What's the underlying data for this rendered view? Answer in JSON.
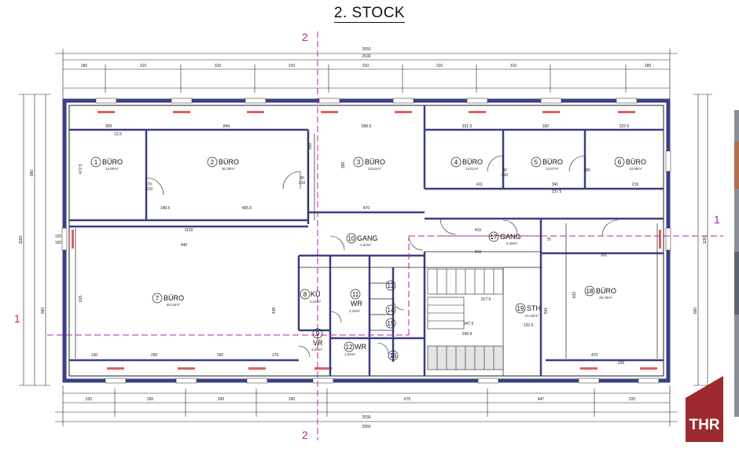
{
  "title": "2. STOCK",
  "logo_text": "THR",
  "colors": {
    "wall": "#3a3f86",
    "axis": "#c020a0",
    "window": "#e06060",
    "line": "#222222"
  },
  "axes": {
    "vertical": "2",
    "horizontal": "1"
  },
  "overall": {
    "width": "2550",
    "inner": "2530",
    "height": "1180"
  },
  "top_segments": [
    "180",
    "310",
    "310",
    "310",
    "310",
    "310",
    "310",
    "180"
  ],
  "bottom_segments": [
    "220",
    "290",
    "290",
    "290",
    "675",
    "447",
    "220"
  ],
  "rooms": [
    {
      "no": "1",
      "name": "BÜRO",
      "area": "14,60m²"
    },
    {
      "no": "2",
      "name": "BÜRO",
      "area": "30,38m²"
    },
    {
      "no": "3",
      "name": "BÜRO",
      "area": "23,61m²"
    },
    {
      "no": "4",
      "name": "BÜRO",
      "area": "14,51m²"
    },
    {
      "no": "5",
      "name": "BÜRO",
      "area": "13,67m²"
    },
    {
      "no": "6",
      "name": "BÜRO",
      "area": "13,99m²"
    },
    {
      "no": "7",
      "name": "BÜRO",
      "area": "60,24m²"
    },
    {
      "no": "8",
      "name": "KÜ",
      "area": "4,53m²"
    },
    {
      "no": "9",
      "name": "VR",
      "area": "3,28m²"
    },
    {
      "no": "10",
      "name": "GANG",
      "area": "4,92m²"
    },
    {
      "no": "11",
      "name": "WR",
      "area": "4,34m²"
    },
    {
      "no": "12",
      "name": "WR",
      "area": "1,84m²"
    },
    {
      "no": "13",
      "name": "",
      "area": ""
    },
    {
      "no": "14",
      "name": "",
      "area": ""
    },
    {
      "no": "15",
      "name": "",
      "area": ""
    },
    {
      "no": "16",
      "name": "",
      "area": ""
    },
    {
      "no": "17",
      "name": "GANG",
      "area": "9,48m²"
    },
    {
      "no": "18",
      "name": "BÜRO",
      "area": "29,70m²"
    },
    {
      "no": "19",
      "name": "STH",
      "area": "21,84m²"
    }
  ],
  "labels": {
    "d309": "309",
    "d844": "844",
    "d598": "598.5",
    "d331": "331.5",
    "d320": "320",
    "d322": "322.5",
    "d1120": "1120",
    "d940": "940",
    "d470a": "470",
    "d470b": "470",
    "d415": "415",
    "d410": "410",
    "d290a": "290",
    "d290b": "290",
    "d290c": "290",
    "d190": "190",
    "d175": "175",
    "d675": "675",
    "d447": "447",
    "d341": "341",
    "d237": "237.5",
    "d411": "411",
    "d219": "219",
    "d251": "251",
    "d1180l": "1180",
    "d1180r": "1180",
    "d980": "980",
    "d660": "660",
    "d560": "560",
    "d445": "445",
    "d615": "615",
    "d541": "541",
    "d832": "832",
    "d347": "347.5",
    "d217": "217.5",
    "d132": "132.5",
    "d240": "240.9",
    "d148": "148.5",
    "d465": "465.5",
    "d210a": "210",
    "d210b": "210",
    "d210c": "210",
    "d70a": "70",
    "d70b": "70",
    "d80a": "80",
    "d80b": "80",
    "d90": "90",
    "d120": "120",
    "d150": "150",
    "d12": "12.5",
    "d395": "395",
    "d300": "300",
    "d472": "472.5",
    "d226": "226"
  }
}
